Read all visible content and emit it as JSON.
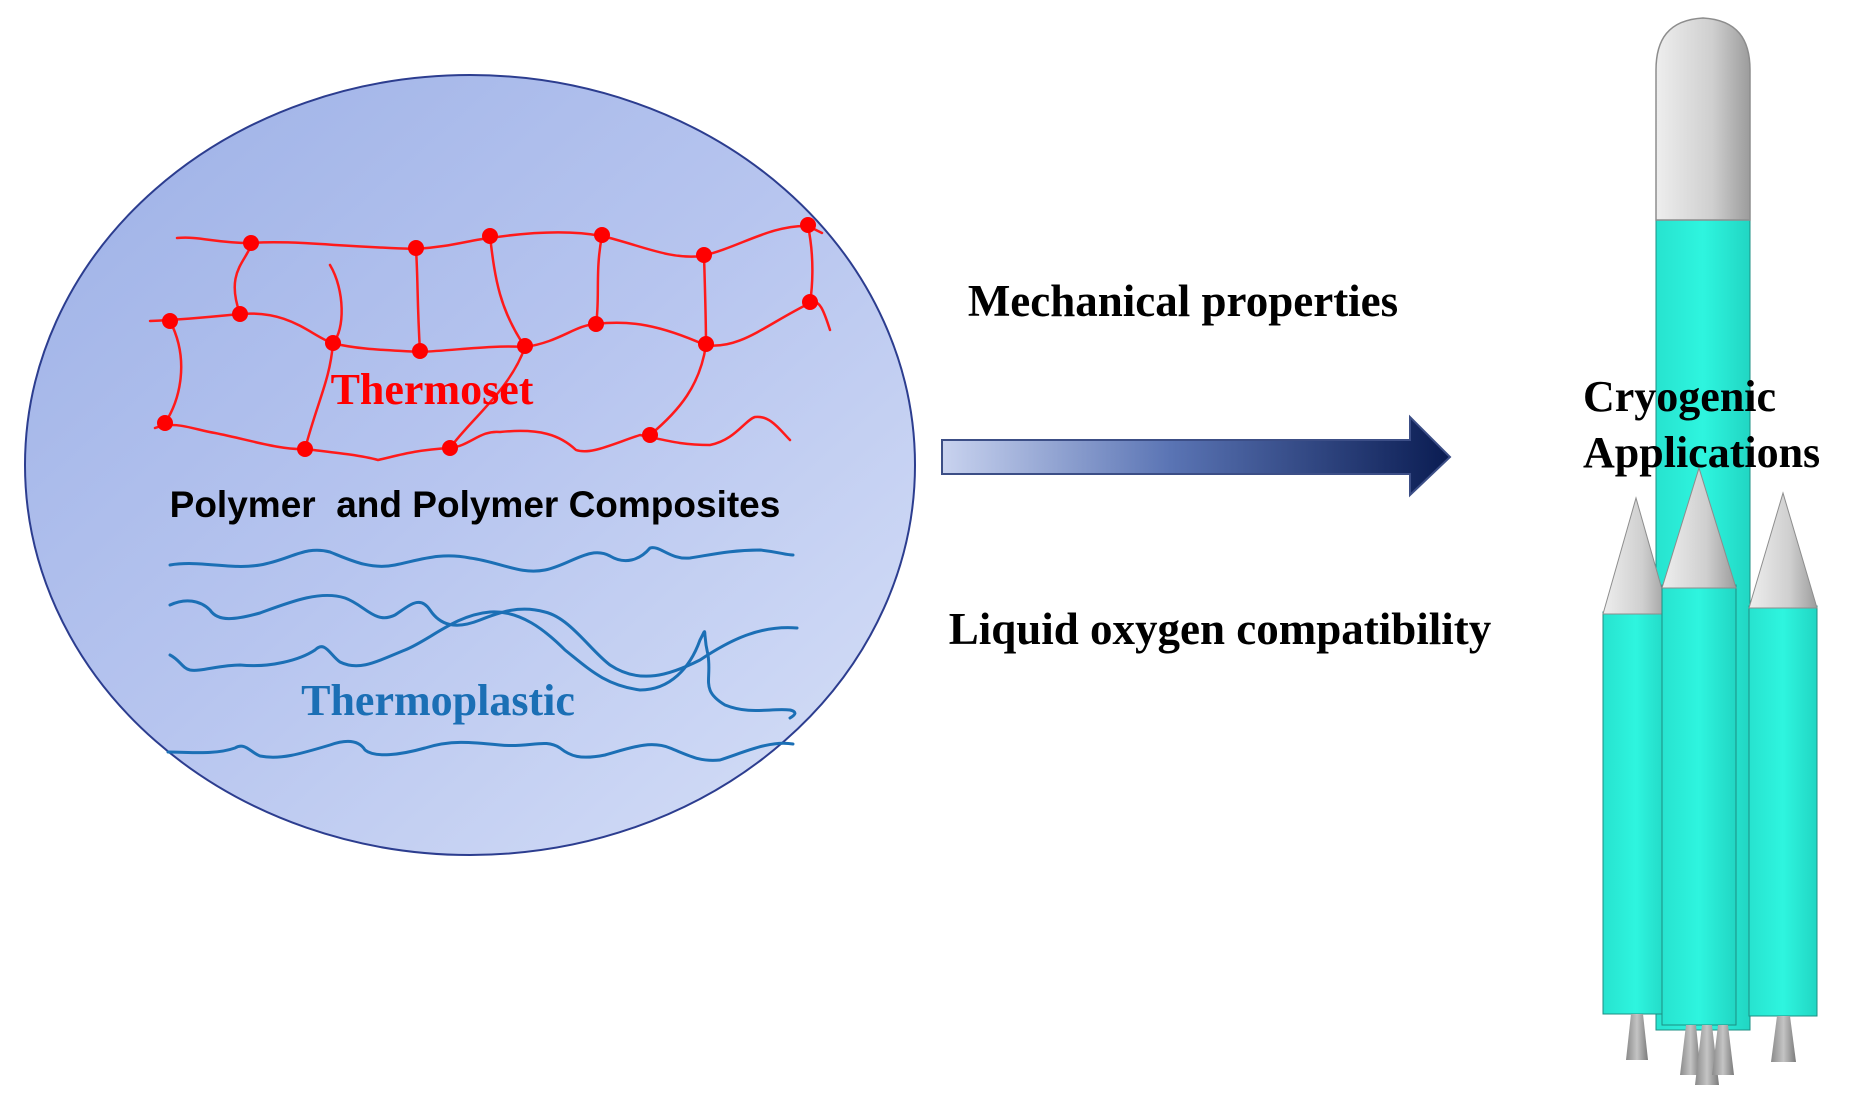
{
  "circle": {
    "thermoset_label": "Thermoset",
    "title": "Polymer  and Polymer Composites",
    "thermoplastic_label": "Thermoplastic",
    "thermoset_color": "#ff0000",
    "thermoplastic_color": "#1a6cb0",
    "fill_color": "#b3c1ec"
  },
  "arrow": {
    "top_label": "Mechanical properties",
    "bottom_label": "Liquid oxygen compatibility",
    "color_dark": "#0c1f55",
    "color_light": "#c7d2ee"
  },
  "rocket": {
    "label_line1": "Cryogenic",
    "label_line2": "Applications",
    "body_color": "#26f0da",
    "nose_color": "#d2d2d2"
  }
}
